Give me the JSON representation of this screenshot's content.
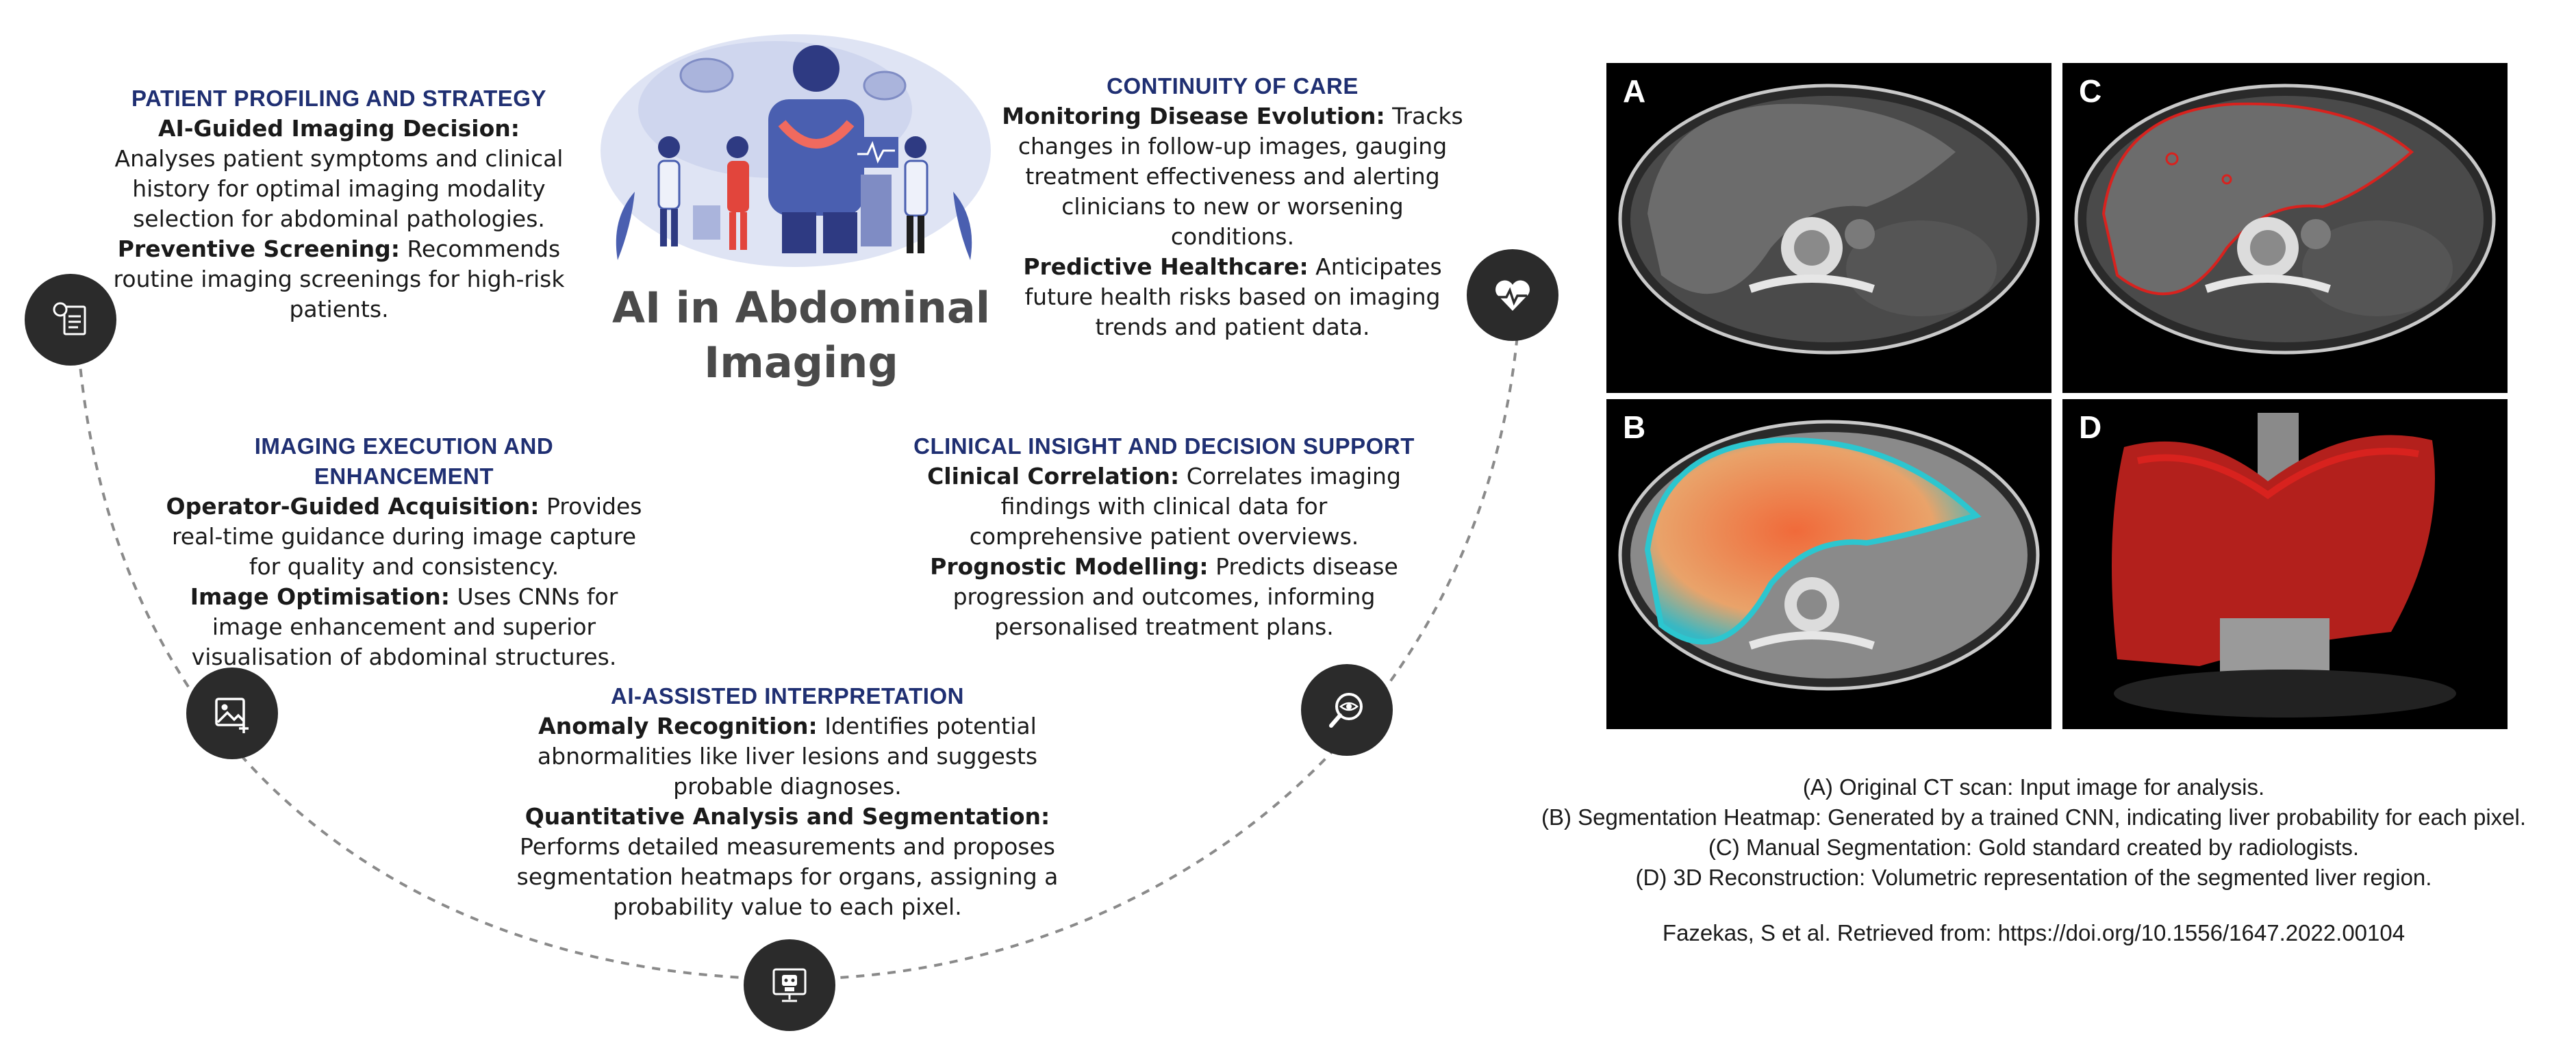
{
  "title": "AI in Abdominal Imaging",
  "sections": {
    "profiling": {
      "heading": "PATIENT PROFILING AND STRATEGY",
      "items": [
        {
          "term": "AI-Guided Imaging Decision:",
          "text": " Analyses patient symptoms and clinical history for optimal imaging modality selection for abdominal pathologies."
        },
        {
          "term": "Preventive Screening:",
          "text": " Recommends routine imaging screenings for high-risk patients."
        }
      ]
    },
    "continuity": {
      "heading": "CONTINUITY OF CARE",
      "items": [
        {
          "term": "Monitoring Disease Evolution:",
          "text": " Tracks changes in follow-up images, gauging treatment effectiveness and alerting clinicians to new or worsening conditions."
        },
        {
          "term": "Predictive Healthcare:",
          "text": " Anticipates future health risks based on imaging trends and patient data."
        }
      ]
    },
    "execution": {
      "heading": "IMAGING EXECUTION AND ENHANCEMENT",
      "items": [
        {
          "term": "Operator-Guided Acquisition:",
          "text": " Provides real-time guidance during image capture for quality and consistency."
        },
        {
          "term": "Image Optimisation:",
          "text": " Uses CNNs for image enhancement and superior visualisation of abdominal structures."
        }
      ]
    },
    "insight": {
      "heading": "CLINICAL INSIGHT AND DECISION SUPPORT",
      "items": [
        {
          "term": "Clinical Correlation:",
          "text": " Correlates imaging findings with clinical data for comprehensive patient overviews."
        },
        {
          "term": "Prognostic Modelling:",
          "text": " Predicts disease progression and outcomes, informing personalised treatment plans."
        }
      ]
    },
    "interpretation": {
      "heading": "AI-ASSISTED INTERPRETATION",
      "items": [
        {
          "term": "Anomaly Recognition:",
          "text": " Identifies potential abnormalities like liver lesions and suggests probable diagnoses."
        },
        {
          "term": "Quantitative Analysis and Segmentation:",
          "text": " Performs detailed measurements and proposes segmentation heatmaps for organs, assigning a probability value to each pixel."
        }
      ]
    }
  },
  "icons": {
    "profiling": "document-profile-icon",
    "continuity": "heart-pulse-icon",
    "execution": "image-add-icon",
    "insight": "eye-search-icon",
    "interpretation": "robot-monitor-icon"
  },
  "panels": {
    "A": "A",
    "B": "B",
    "C": "C",
    "D": "D"
  },
  "captions": [
    "(A) Original CT scan: Input image for analysis.",
    "(B) Segmentation Heatmap: Generated by a trained CNN, indicating liver probability for each pixel.",
    "(C) Manual Segmentation: Gold standard created by radiologists.",
    "(D) 3D Reconstruction: Volumetric representation of the segmented liver region."
  ],
  "citation": "Fazekas, S et al. Retrieved from: https://doi.org/10.1556/1647.2022.00104",
  "colors": {
    "heading": "#1f2f72",
    "icon_bg": "#2b2b2b",
    "mask_red": "#d8221e",
    "illustration_blue": "#4a5fb0"
  }
}
